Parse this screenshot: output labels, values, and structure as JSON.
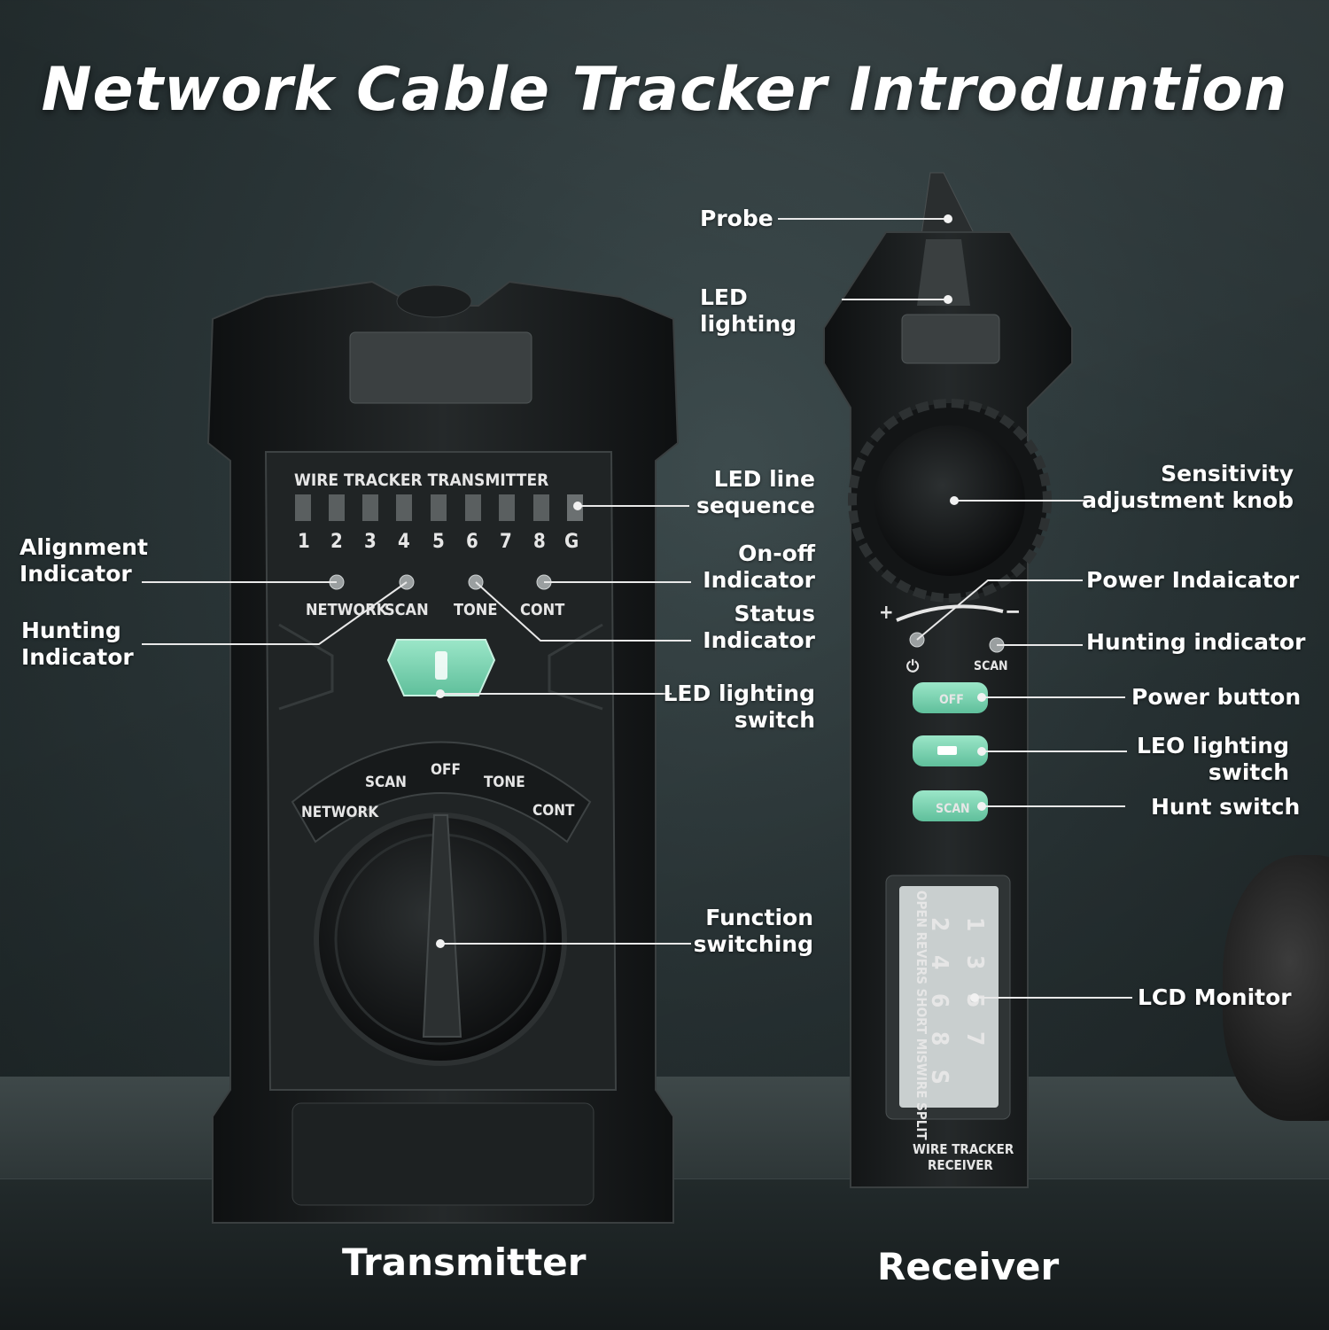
{
  "title": "Network Cable Tracker Introduntion",
  "transmitter": {
    "caption": "Transmitter",
    "panel_text": "WIRE TRACKER   TRANSMITTER",
    "led_numbers": [
      "1",
      "2",
      "3",
      "4",
      "5",
      "6",
      "7",
      "8",
      "G"
    ],
    "indicator_labels": [
      "NETWORK",
      "SCAN",
      "TONE",
      "CONT"
    ],
    "dial_labels": [
      "NETWORK",
      "SCAN",
      "OFF",
      "TONE",
      "CONT"
    ]
  },
  "receiver": {
    "caption": "Receiver",
    "panel_text_line1": "WIRE TRACKER",
    "panel_text_line2": "RECEIVER",
    "scan_indicator_label": "SCAN",
    "buttons": [
      "OFF",
      "",
      "SCAN"
    ],
    "lcd_text": "OPEN REVERS SHORT MISWIRE SPLIT",
    "lcd_numbers": [
      "1",
      "2",
      "3",
      "4",
      "5",
      "6",
      "7",
      "8",
      "S"
    ]
  },
  "callouts": {
    "alignment_indicator": "Alignment\nIndicator",
    "hunting_indicator_left": "Hunting\nIndicator",
    "led_line_sequence": "LED line\nsequence",
    "on_off_indicator": "On-off\nIndicator",
    "status_indicator": "Status\nIndicator",
    "led_lighting_switch": "LED lighting\nswitch",
    "function_switching": "Function\nswitching",
    "probe": "Probe",
    "led_lighting": "LED lighting",
    "sensitivity_knob": "Sensitivity\nadjustment knob",
    "power_indicator": "Power Indaicator",
    "hunting_indicator_right": "Hunting indicator",
    "power_button": "Power button",
    "leo_lighting_switch": "LEO lighting\nswitch",
    "hunt_switch": "Hunt switch",
    "lcd_monitor": "LCD Monitor"
  },
  "colors": {
    "accent_mint": "#7fd6b5",
    "device_body": "#1a1d1e"
  }
}
